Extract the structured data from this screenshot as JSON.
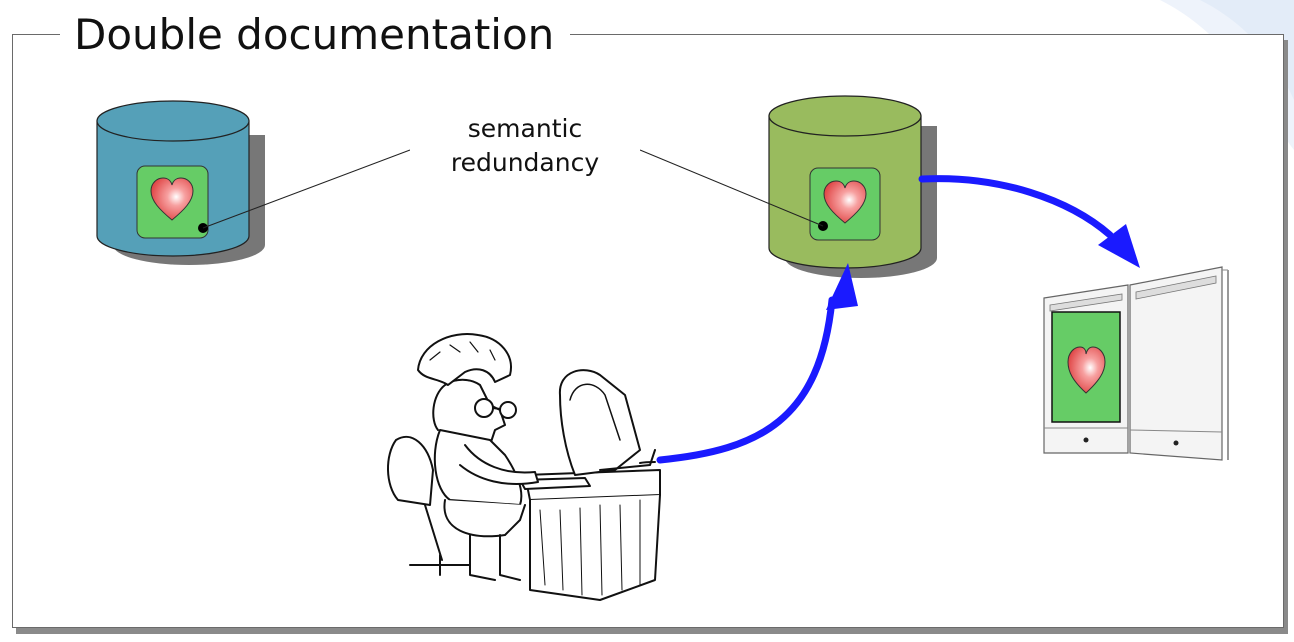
{
  "slide": {
    "title": "Double documentation",
    "annotation": {
      "line1": "semantic",
      "line2": "redundancy"
    }
  },
  "colors": {
    "left_database": "#55a0b8",
    "right_database": "#99bb5e",
    "heart_panel": "#66cc66",
    "heart": "#ee5a5a",
    "arrow": "#1a1aff"
  },
  "icons": [
    "database-icon",
    "heart-icon",
    "person-at-computer-illustration",
    "book-pages-icon",
    "arrow"
  ]
}
